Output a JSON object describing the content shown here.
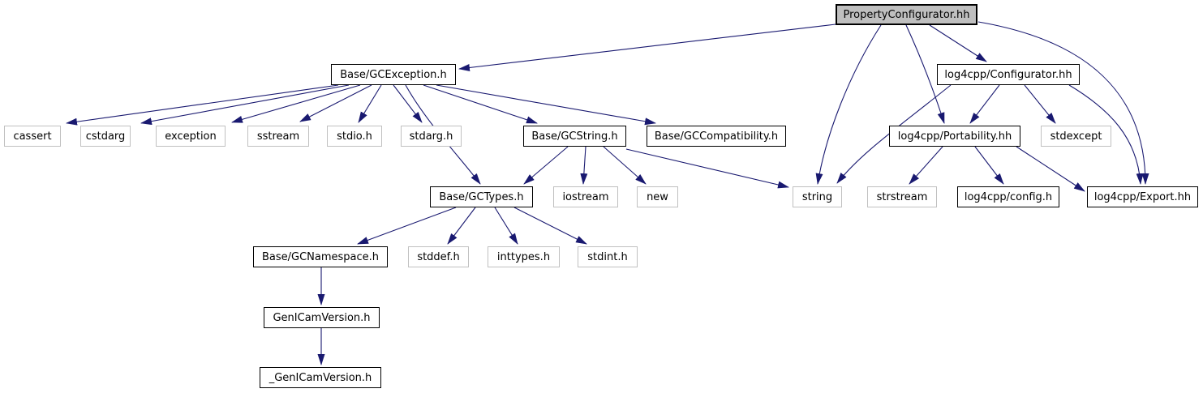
{
  "diagram": {
    "kind": "include-dependency-graph",
    "colors": {
      "edge": "#191970",
      "root_fill": "#bfbfbf",
      "node_fill": "#ffffff",
      "linked_border": "#000000",
      "plain_border": "#c0c0c0",
      "text": "#000000"
    },
    "nodes": [
      {
        "label": "PropertyConfigurator.hh",
        "kind": "root"
      },
      {
        "label": "Base/GCException.h",
        "kind": "linked"
      },
      {
        "label": "log4cpp/Configurator.hh",
        "kind": "linked"
      },
      {
        "label": "cassert",
        "kind": "plain"
      },
      {
        "label": "cstdarg",
        "kind": "plain"
      },
      {
        "label": "exception",
        "kind": "plain"
      },
      {
        "label": "sstream",
        "kind": "plain"
      },
      {
        "label": "stdio.h",
        "kind": "plain"
      },
      {
        "label": "stdarg.h",
        "kind": "plain"
      },
      {
        "label": "Base/GCString.h",
        "kind": "linked"
      },
      {
        "label": "Base/GCCompatibility.h",
        "kind": "linked"
      },
      {
        "label": "log4cpp/Portability.hh",
        "kind": "linked"
      },
      {
        "label": "stdexcept",
        "kind": "plain"
      },
      {
        "label": "Base/GCTypes.h",
        "kind": "linked"
      },
      {
        "label": "iostream",
        "kind": "plain"
      },
      {
        "label": "new",
        "kind": "plain"
      },
      {
        "label": "string",
        "kind": "plain"
      },
      {
        "label": "strstream",
        "kind": "plain"
      },
      {
        "label": "log4cpp/config.h",
        "kind": "linked"
      },
      {
        "label": "log4cpp/Export.hh",
        "kind": "linked"
      },
      {
        "label": "Base/GCNamespace.h",
        "kind": "linked"
      },
      {
        "label": "stddef.h",
        "kind": "plain"
      },
      {
        "label": "inttypes.h",
        "kind": "plain"
      },
      {
        "label": "stdint.h",
        "kind": "plain"
      },
      {
        "label": "GenICamVersion.h",
        "kind": "linked"
      },
      {
        "label": "_GenICamVersion.h",
        "kind": "linked"
      }
    ],
    "edges": [
      {
        "from": "PropertyConfigurator.hh",
        "to": "Base/GCException.h"
      },
      {
        "from": "PropertyConfigurator.hh",
        "to": "log4cpp/Configurator.hh"
      },
      {
        "from": "PropertyConfigurator.hh",
        "to": "log4cpp/Portability.hh"
      },
      {
        "from": "PropertyConfigurator.hh",
        "to": "string"
      },
      {
        "from": "PropertyConfigurator.hh",
        "to": "log4cpp/Export.hh"
      },
      {
        "from": "log4cpp/Configurator.hh",
        "to": "log4cpp/Portability.hh"
      },
      {
        "from": "log4cpp/Configurator.hh",
        "to": "stdexcept"
      },
      {
        "from": "log4cpp/Configurator.hh",
        "to": "string"
      },
      {
        "from": "log4cpp/Configurator.hh",
        "to": "log4cpp/Export.hh"
      },
      {
        "from": "log4cpp/Portability.hh",
        "to": "strstream"
      },
      {
        "from": "log4cpp/Portability.hh",
        "to": "log4cpp/config.h"
      },
      {
        "from": "log4cpp/Portability.hh",
        "to": "log4cpp/Export.hh"
      },
      {
        "from": "Base/GCException.h",
        "to": "cassert"
      },
      {
        "from": "Base/GCException.h",
        "to": "cstdarg"
      },
      {
        "from": "Base/GCException.h",
        "to": "exception"
      },
      {
        "from": "Base/GCException.h",
        "to": "sstream"
      },
      {
        "from": "Base/GCException.h",
        "to": "stdio.h"
      },
      {
        "from": "Base/GCException.h",
        "to": "stdarg.h"
      },
      {
        "from": "Base/GCException.h",
        "to": "Base/GCString.h"
      },
      {
        "from": "Base/GCException.h",
        "to": "Base/GCCompatibility.h"
      },
      {
        "from": "Base/GCException.h",
        "to": "Base/GCTypes.h"
      },
      {
        "from": "Base/GCString.h",
        "to": "Base/GCTypes.h"
      },
      {
        "from": "Base/GCString.h",
        "to": "iostream"
      },
      {
        "from": "Base/GCString.h",
        "to": "new"
      },
      {
        "from": "Base/GCString.h",
        "to": "string"
      },
      {
        "from": "Base/GCTypes.h",
        "to": "Base/GCNamespace.h"
      },
      {
        "from": "Base/GCTypes.h",
        "to": "stddef.h"
      },
      {
        "from": "Base/GCTypes.h",
        "to": "inttypes.h"
      },
      {
        "from": "Base/GCTypes.h",
        "to": "stdint.h"
      },
      {
        "from": "Base/GCNamespace.h",
        "to": "GenICamVersion.h"
      },
      {
        "from": "GenICamVersion.h",
        "to": "_GenICamVersion.h"
      }
    ]
  }
}
